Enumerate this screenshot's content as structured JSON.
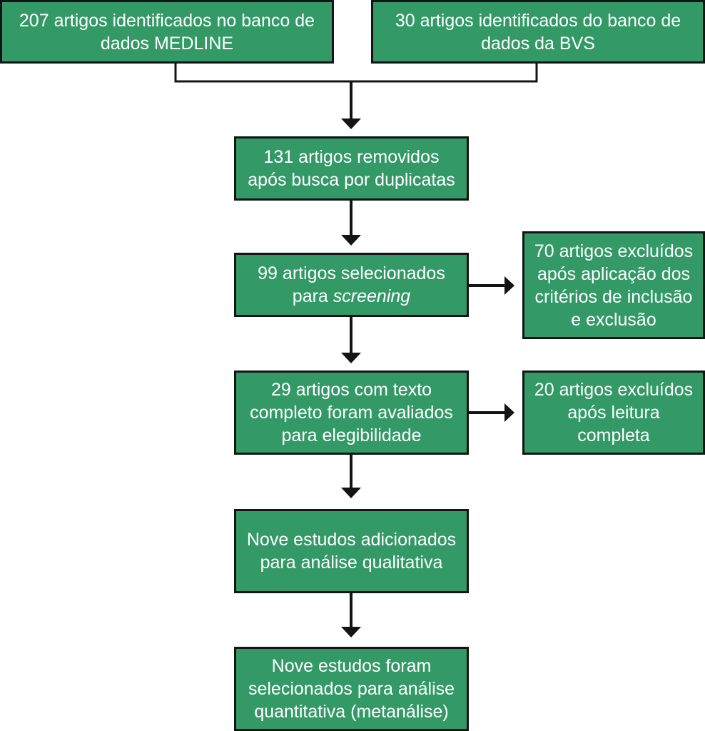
{
  "boxes": {
    "medline": {
      "line1": "207 artigos identificados no banco de",
      "line2": "dados MEDLINE"
    },
    "bvs": {
      "line1": "30 artigos identificados do banco de",
      "line2": "dados da BVS"
    },
    "duplicates": {
      "line1": "131 artigos removidos",
      "line2": "após busca por duplicatas"
    },
    "screening": {
      "line1": "99 artigos selecionados",
      "line2_prefix": "para ",
      "line2_emph": "screening"
    },
    "excluded_criteria": {
      "line1": "70 artigos excluídos",
      "line2": "após aplicação dos",
      "line3": "critérios de inclusão",
      "line4": "e exclusão"
    },
    "fulltext": {
      "line1": "29 artigos com texto",
      "line2": "completo foram avaliados",
      "line3": "para elegibilidade"
    },
    "excluded_fulltext": {
      "line1": "20 artigos excluídos",
      "line2": "após leitura",
      "line3": "completa"
    },
    "qualitative": {
      "line1": "Nove estudos adicionados",
      "line2": "para análise qualitativa"
    },
    "quantitative": {
      "line1": "Nove estudos foram",
      "line2": "selecionados para análise",
      "line3": "quantitativa (metanálise)"
    }
  },
  "colors": {
    "box_fill": "#339966",
    "border": "#141414",
    "text": "#ffffff",
    "connector": "#141414"
  }
}
